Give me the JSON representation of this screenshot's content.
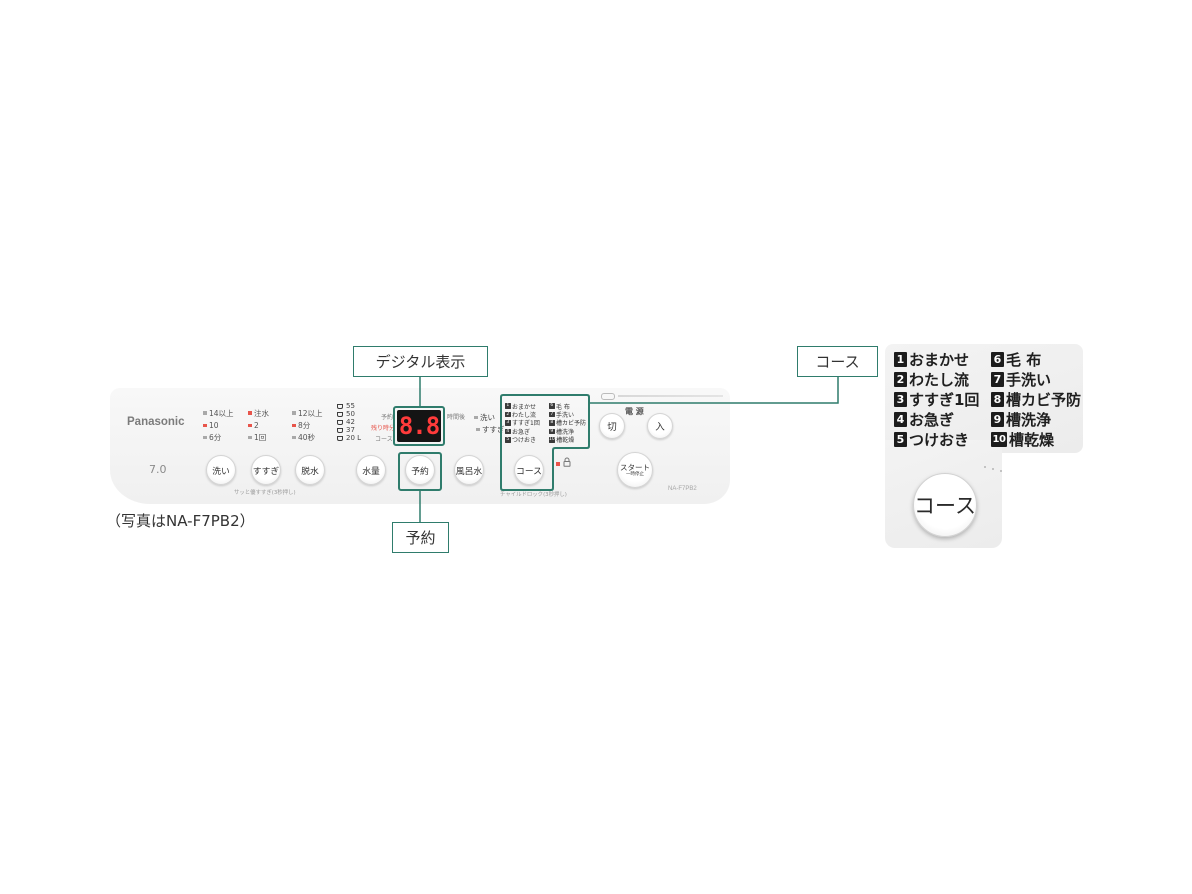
{
  "colors": {
    "highlight": "#2f7c6c",
    "lamp_on": "#e8554b",
    "display_digits": "#ff3b3b"
  },
  "callouts": {
    "display": "デジタル表示",
    "course": "コース",
    "timer": "予約"
  },
  "caption": "（写真はNA-F7PB2）",
  "panel": {
    "brand": "Panasonic",
    "capacity": "7.0",
    "indicator_columns": [
      [
        {
          "label": "14以上",
          "lit": false
        },
        {
          "label": "10",
          "lit": true
        },
        {
          "label": "6分",
          "lit": false
        }
      ],
      [
        {
          "label": "注水",
          "lit": true
        },
        {
          "label": "2",
          "lit": true
        },
        {
          "label": "1回",
          "lit": false
        }
      ],
      [
        {
          "label": "12以上",
          "lit": false
        },
        {
          "label": "8分",
          "lit": true
        },
        {
          "label": "40秒",
          "lit": false
        }
      ]
    ],
    "water_levels": [
      "55",
      "50",
      "42",
      "37",
      "20 L"
    ],
    "display": {
      "label_timer": "予約",
      "label_remaining": "残り時分",
      "label_course": "コース",
      "label_after": "時間後",
      "digits": "8.8"
    },
    "step_lamps": [
      "洗い",
      "すすぎ"
    ],
    "power": {
      "label": "電 源",
      "off": "切",
      "on": "入"
    },
    "buttons": {
      "wash": "洗い",
      "rinse": "すすぎ",
      "spin": "脱水",
      "water_level": "水量",
      "timer": "予約",
      "bath_water": "風呂水",
      "course": "コース",
      "start": "スタート",
      "start_sub": "一時停止"
    },
    "rinse_hint": "サッと優すすぎ(3秒押し)",
    "child_lock_hint": "チャイルドロック(3秒押し)",
    "model": "NA-F7PB2"
  },
  "courses": [
    {
      "num": "1",
      "name": "おまかせ"
    },
    {
      "num": "2",
      "name": "わたし流"
    },
    {
      "num": "3",
      "name": "すすぎ1回"
    },
    {
      "num": "4",
      "name": "お急ぎ"
    },
    {
      "num": "5",
      "name": "つけおき"
    },
    {
      "num": "6",
      "name": "毛 布"
    },
    {
      "num": "7",
      "name": "手洗い"
    },
    {
      "num": "8",
      "name": "槽カビ予防"
    },
    {
      "num": "9",
      "name": "槽洗浄"
    },
    {
      "num": "10",
      "name": "槽乾燥"
    }
  ],
  "inset": {
    "course_button": "コース"
  }
}
